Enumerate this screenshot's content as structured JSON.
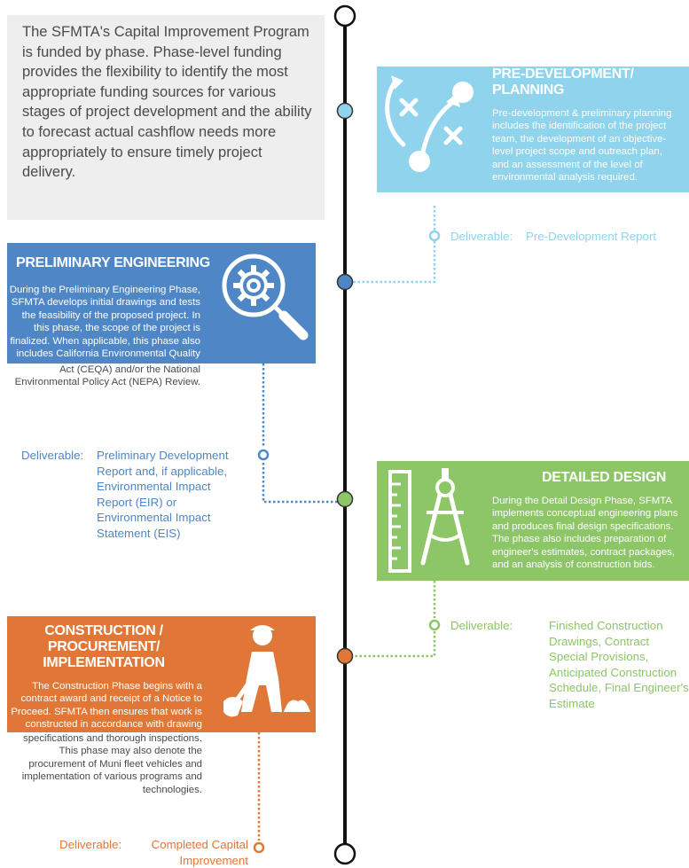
{
  "intro": {
    "text": "The SFMTA's Capital Improvement Program is funded by phase. Phase-level funding provides the flexibility to identify the most appropriate funding sources for various stages of project development and the ability to forecast actual cashflow needs more appropriately to ensure timely project delivery."
  },
  "colors": {
    "planning": "#8fd3ec",
    "engineering": "#4f86c6",
    "design": "#8cc666",
    "construction": "#e17736",
    "timeline": "#111111"
  },
  "phases": {
    "planning": {
      "title_line1": "PRE-DEVELOPMENT/",
      "title_line2": "PLANNING",
      "icon": "strategy-play-icon",
      "description": "Pre-development & preliminary planning includes the identification of the project team, the development of an objective-level project scope and outreach plan, and an assessment of the level of environmental analysis required.",
      "deliverable_label": "Deliverable:",
      "deliverable": "Pre-Development Report"
    },
    "engineering": {
      "title": "PRELIMINARY ENGINEERING",
      "icon": "magnifier-gear-icon",
      "description": "During the Preliminary Engineering Phase, SFMTA develops initial drawings and tests the feasibility of the proposed project. In this phase, the scope of the project is finalized. When applicable, this phase also includes California Environmental Quality Act (CEQA) and/or the National Environmental Policy Act (NEPA) Review.",
      "deliverable_label": "Deliverable:",
      "deliverable": "Preliminary Development Report and, if applicable, Environmental Impact Report (EIR) or Environmental Impact Statement (EIS)"
    },
    "design": {
      "title": "DETAILED DESIGN",
      "icon": "ruler-compass-icon",
      "description": "During the Detail Design Phase, SFMTA implements conceptual engineering plans and produces final design specifications. The phase also includes preparation of engineer's estimates, contract packages, and an analysis of construction bids.",
      "deliverable_label": "Deliverable:",
      "deliverable": "Finished Construction Drawings, Contract Special Provisions, Anticipated Construction Schedule, Final Engineer's Estimate"
    },
    "construction": {
      "title_line1": "CONSTRUCTION /",
      "title_line2": "PROCUREMENT/",
      "title_line3": "IMPLEMENTATION",
      "icon": "worker-shovel-icon",
      "description": "The Construction Phase begins with a contract award and receipt of a Notice to Proceed. SFMTA then ensures that work is constructed in accordance with drawing specifications and thorough inspections. This phase may also denote the procurement of Muni fleet vehicles and implementation of various programs and technologies.",
      "deliverable_label": "Deliverable:",
      "deliverable": "Completed Capital Improvement"
    }
  }
}
